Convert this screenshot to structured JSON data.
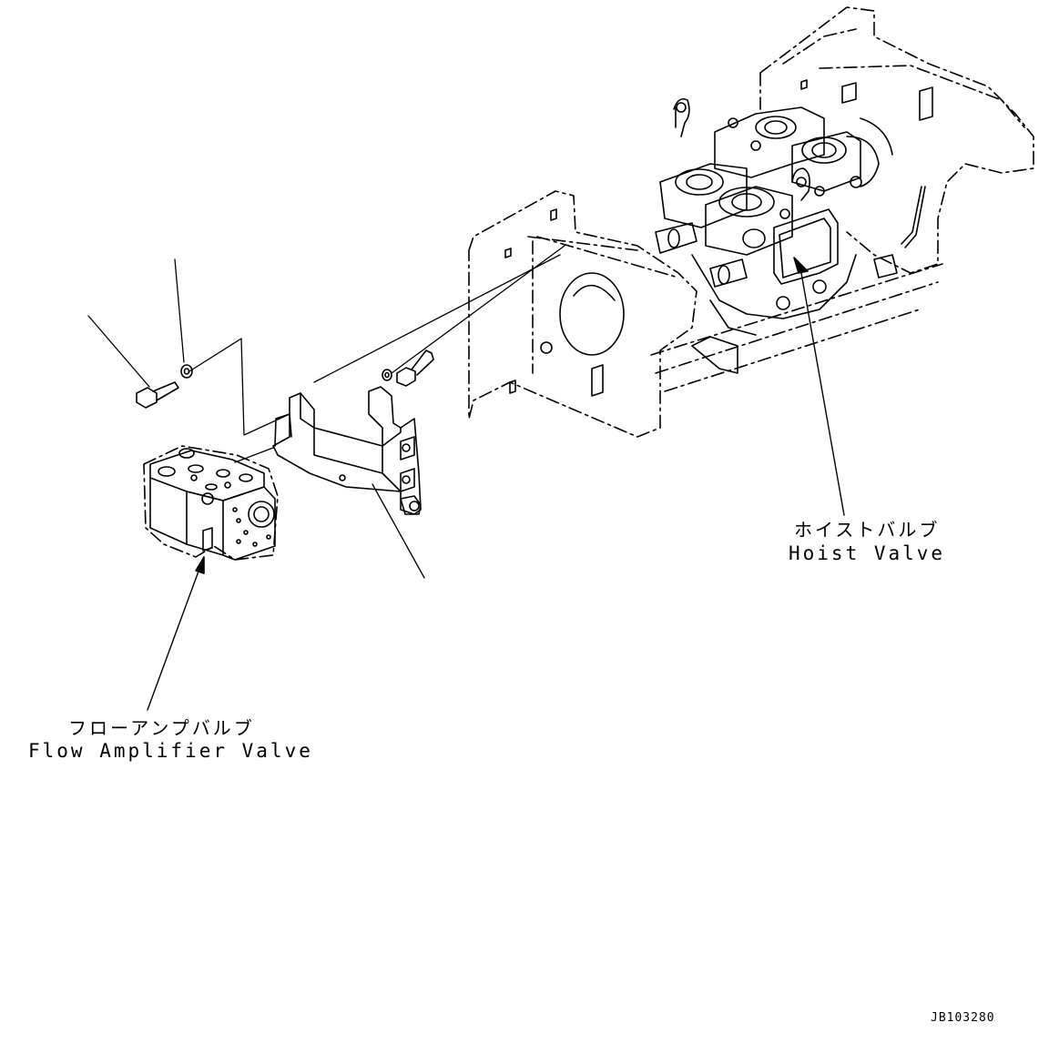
{
  "labels": {
    "hoist_valve_jp": "ホイストバルブ",
    "hoist_valve_en": "Hoist Valve",
    "flow_amp_jp": "フローアンプバルブ",
    "flow_amp_en": "Flow Amplifier Valve"
  },
  "drawing_code": "JB103280",
  "colors": {
    "ink": "#000000",
    "paper": "#ffffff"
  }
}
